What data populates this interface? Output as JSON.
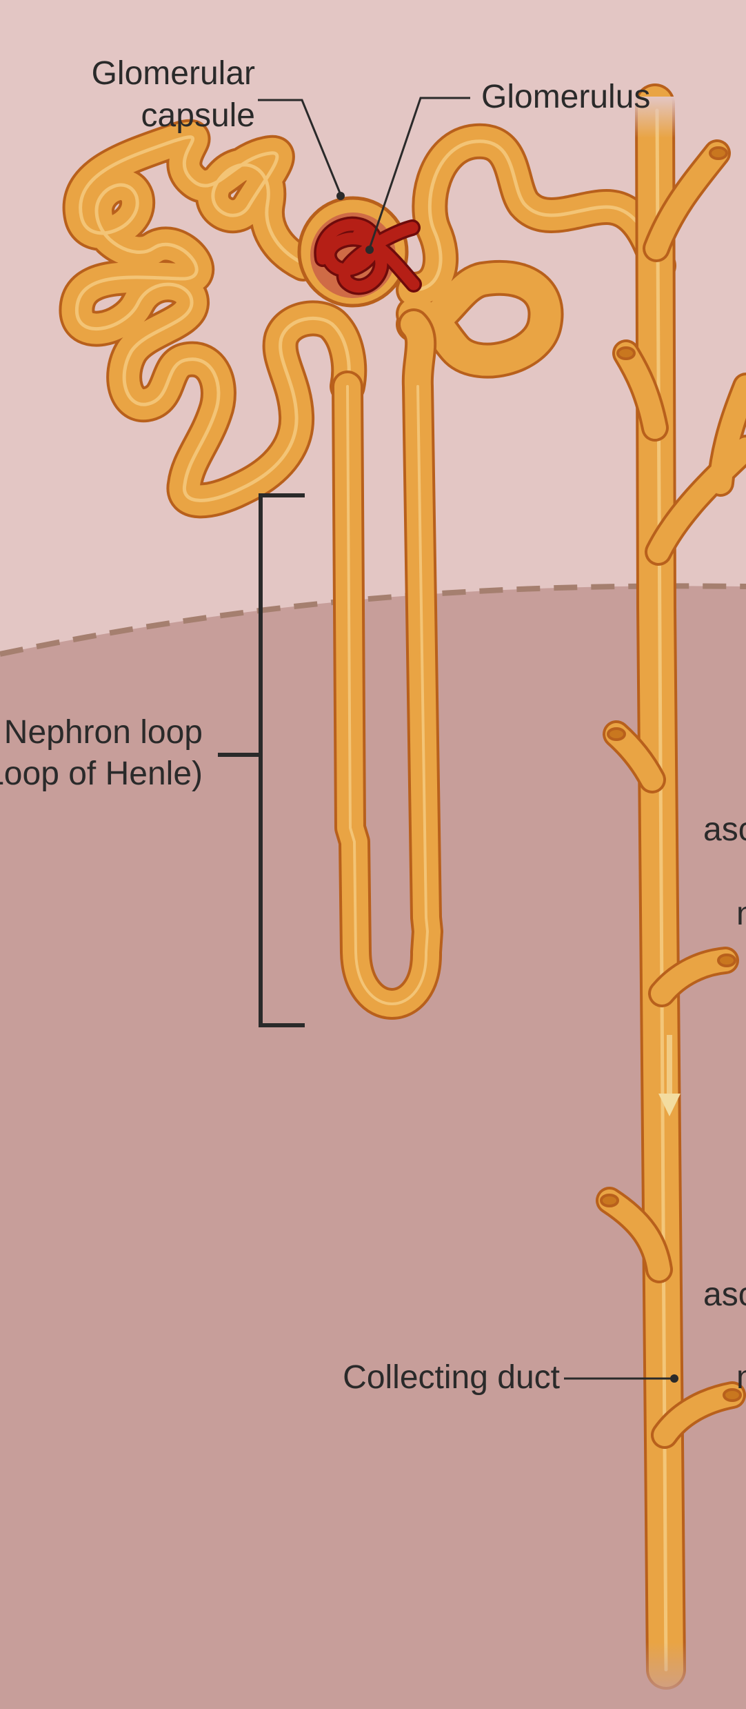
{
  "labels": {
    "glomerular_capsule": [
      "Glomerular",
      "capsule"
    ],
    "glomerulus": "Glomerulus",
    "nephron_loop": [
      "Nephron loop",
      "(Loop of Henle)"
    ],
    "collecting_duct": "Collecting duct",
    "cut_upper": [
      "asc",
      "n"
    ],
    "cut_lower": [
      "asc",
      "n"
    ]
  },
  "colors": {
    "cortex": "#e3c6c4",
    "medulla": "#c79e9a",
    "boundary": "#a57f6f",
    "tubule_fill": "#e9a444",
    "tubule_outline": "#b8601c",
    "tubule_highlight": "#f5cc83",
    "capsule_inner": "#cf6b46",
    "glomerulus": "#b51f16",
    "glomerulus_dark": "#6e0b0b",
    "ink": "#2a2a2a",
    "arrow": "#f3dca0"
  },
  "icons": [
    "flow-arrow-icon"
  ]
}
